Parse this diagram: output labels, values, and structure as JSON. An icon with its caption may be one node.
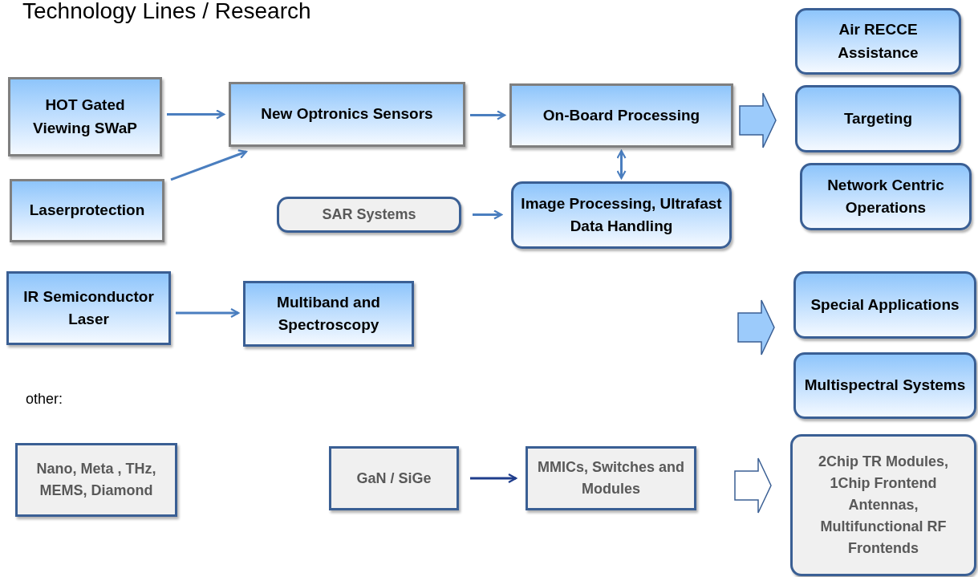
{
  "diagram": {
    "title": "Technology Lines / Research",
    "nodes": [
      {
        "text": [
          "HOT Gated Viewing SWaP"
        ]
      },
      {
        "text": [
          "Laserprotection"
        ]
      },
      {
        "text": [
          "New Optronics Sensors"
        ]
      },
      {
        "text": [
          "On-Board Processing"
        ]
      },
      {
        "text": [
          "SAR Systems"
        ]
      },
      {
        "text": [
          "Image Processing, Ultrafast Data Handling"
        ]
      },
      {
        "text": [
          "IR Semiconductor Laser"
        ]
      },
      {
        "text": [
          "Multiband and Spectroscopy"
        ]
      },
      {
        "text": [
          "Air RECCE Assistance"
        ]
      },
      {
        "text": [
          "Targeting"
        ]
      },
      {
        "text": [
          "Network Centric Operations"
        ]
      },
      {
        "text": [
          "Special Applications"
        ]
      },
      {
        "text": [
          "Multispectral Systems"
        ]
      },
      {
        "text": [
          "Nano, Meta , THz, MEMS, Diamond"
        ]
      },
      {
        "text": [
          "GaN / SiGe"
        ]
      },
      {
        "text": [
          "MMICs, Switches and Modules"
        ]
      },
      {
        "text": [
          "2Chip TR Modules, 1Chip Frontend Antennas, Multifunctional RF Frontends"
        ]
      }
    ],
    "edges": [
      {
        "from": 0,
        "to": 2,
        "arrow": "to"
      },
      {
        "from": 1,
        "to": 2,
        "arrow": "to"
      },
      {
        "from": 2,
        "to": 3,
        "arrow": "to"
      },
      {
        "from": 3,
        "to": 5,
        "arrow": "both"
      },
      {
        "from": 4,
        "to": 5,
        "arrow": "to"
      },
      {
        "from": 6,
        "to": 7,
        "arrow": "to"
      },
      {
        "from": 14,
        "to": 15,
        "arrow": "to",
        "color": "#1f3d8c"
      },
      {
        "from": null,
        "to": 9,
        "arrow": "to",
        "style": "thick"
      },
      {
        "from": null,
        "to": 11,
        "arrow": "to",
        "style": "thick"
      },
      {
        "from": null,
        "to": 16,
        "arrow": "to",
        "style": "thick",
        "color": "#ffffff"
      }
    ],
    "labels": [
      "other:"
    ]
  }
}
